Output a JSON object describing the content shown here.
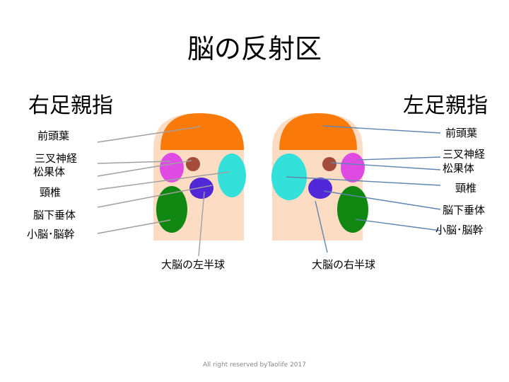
{
  "title": "脳の反射区",
  "left_toe": {
    "heading": "右足親指",
    "labels": {
      "frontal_lobe": "前頭葉",
      "trigeminal": "三叉神経",
      "pineal": "松果体",
      "cervical": "頸椎",
      "pituitary": "脳下垂体",
      "cerebellum": "小脳･脳幹",
      "hemisphere": "大脳の左半球"
    }
  },
  "right_toe": {
    "heading": "左足親指",
    "labels": {
      "frontal_lobe": "前頭葉",
      "trigeminal": "三叉神経",
      "pineal": "松果体",
      "cervical": "頸椎",
      "pituitary": "脳下垂体",
      "cerebellum": "小脳･脳幹",
      "hemisphere": "大脳の右半球"
    }
  },
  "footer": "All right reserved byTaolife 2017",
  "colors": {
    "toe_skin": "#fcdcc2",
    "frontal_lobe": "#f97a09",
    "trigeminal": "#df4ae3",
    "pineal": "#a44b3a",
    "cervical": "#34e0da",
    "pituitary": "#5128d8",
    "cerebellum": "#108710",
    "leader_left": "#a0a0a0",
    "leader_right": "#5f85b2"
  }
}
